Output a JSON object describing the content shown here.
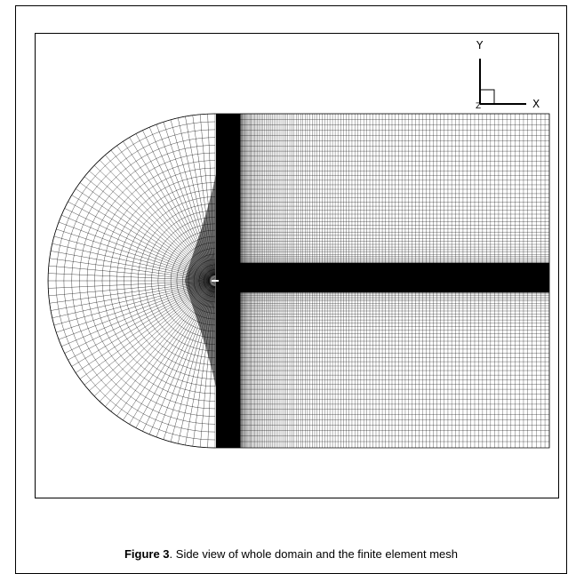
{
  "figure": {
    "axes": {
      "y_label": "Y",
      "x_label": "X",
      "z_label": "Z"
    }
  },
  "caption": {
    "label": "Figure 3",
    "text": ". Side view of whole domain and the finite element mesh"
  }
}
